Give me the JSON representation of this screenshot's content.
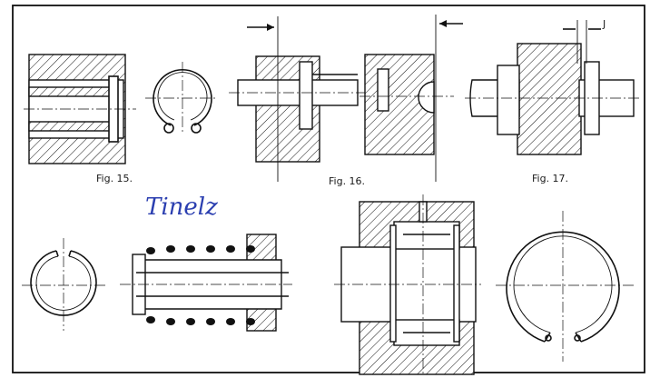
{
  "figures": [
    {
      "id": "fig15",
      "caption": "Fig. 15."
    },
    {
      "id": "fig16",
      "caption": "Fig. 16."
    },
    {
      "id": "fig17",
      "caption": "Fig. 17."
    }
  ],
  "annotations": {
    "handwritten_note": "Tinelz",
    "clearance_label": "J"
  },
  "colors": {
    "ink": "#111111",
    "handwriting": "#2b3fb0",
    "paper": "#ffffff"
  }
}
